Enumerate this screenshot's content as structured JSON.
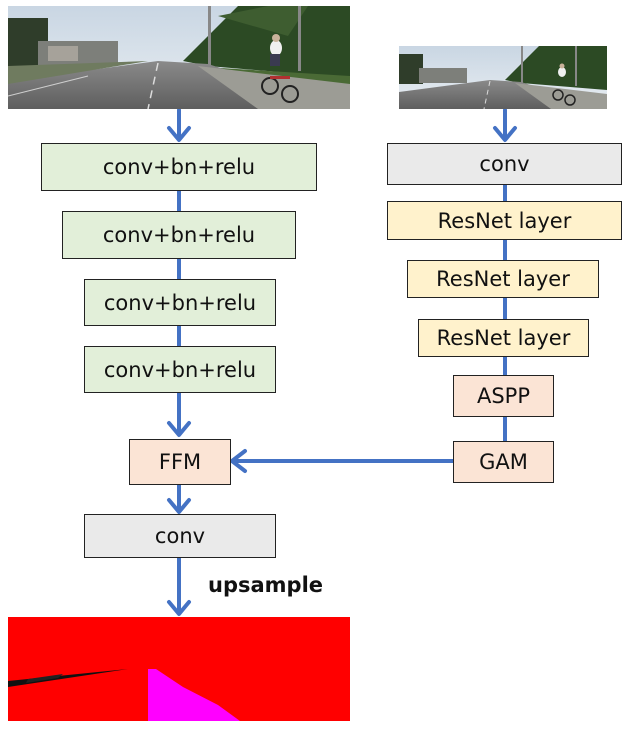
{
  "left_branch": {
    "layers": [
      "conv+bn+relu",
      "conv+bn+relu",
      "conv+bn+relu",
      "conv+bn+relu"
    ],
    "fusion": "FFM",
    "final_conv": "conv",
    "upsample_label": "upsample"
  },
  "right_branch": {
    "conv": "conv",
    "resnet_layers": [
      "ResNet layer",
      "ResNet layer",
      "ResNet layer"
    ],
    "aspp": "ASPP",
    "gam": "GAM"
  },
  "colors": {
    "arrow": "#4472c4",
    "green_box": "#e2efd9",
    "gray_box": "#eaeaea",
    "yellow_box": "#fff2cc",
    "peach_box": "#fbe4d5",
    "segmentation_road": "#ff0000",
    "segmentation_cyclist": "#ff00ff"
  }
}
